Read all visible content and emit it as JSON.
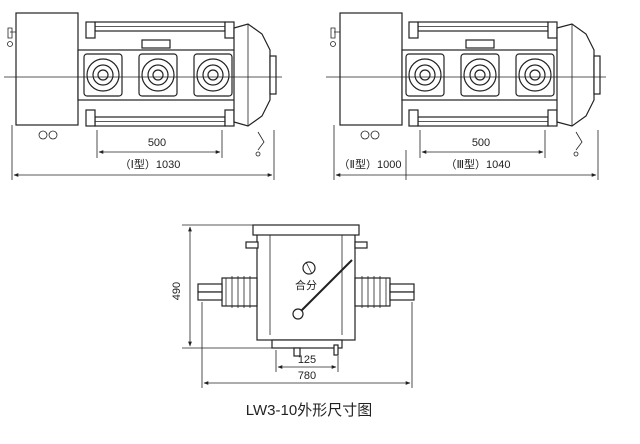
{
  "drawing": {
    "left_view": {
      "dim_500": "500",
      "dim_total": "（Ⅰ型）1030"
    },
    "right_view": {
      "dim_500": "500",
      "dim_type2": "（Ⅱ型）1000",
      "dim_type3": "（Ⅲ型）1040"
    },
    "bottom_view": {
      "dim_height": "490",
      "label_switch": "合分",
      "dim_125": "125",
      "dim_780": "780"
    },
    "caption": "LW3-10外形尺寸图"
  }
}
